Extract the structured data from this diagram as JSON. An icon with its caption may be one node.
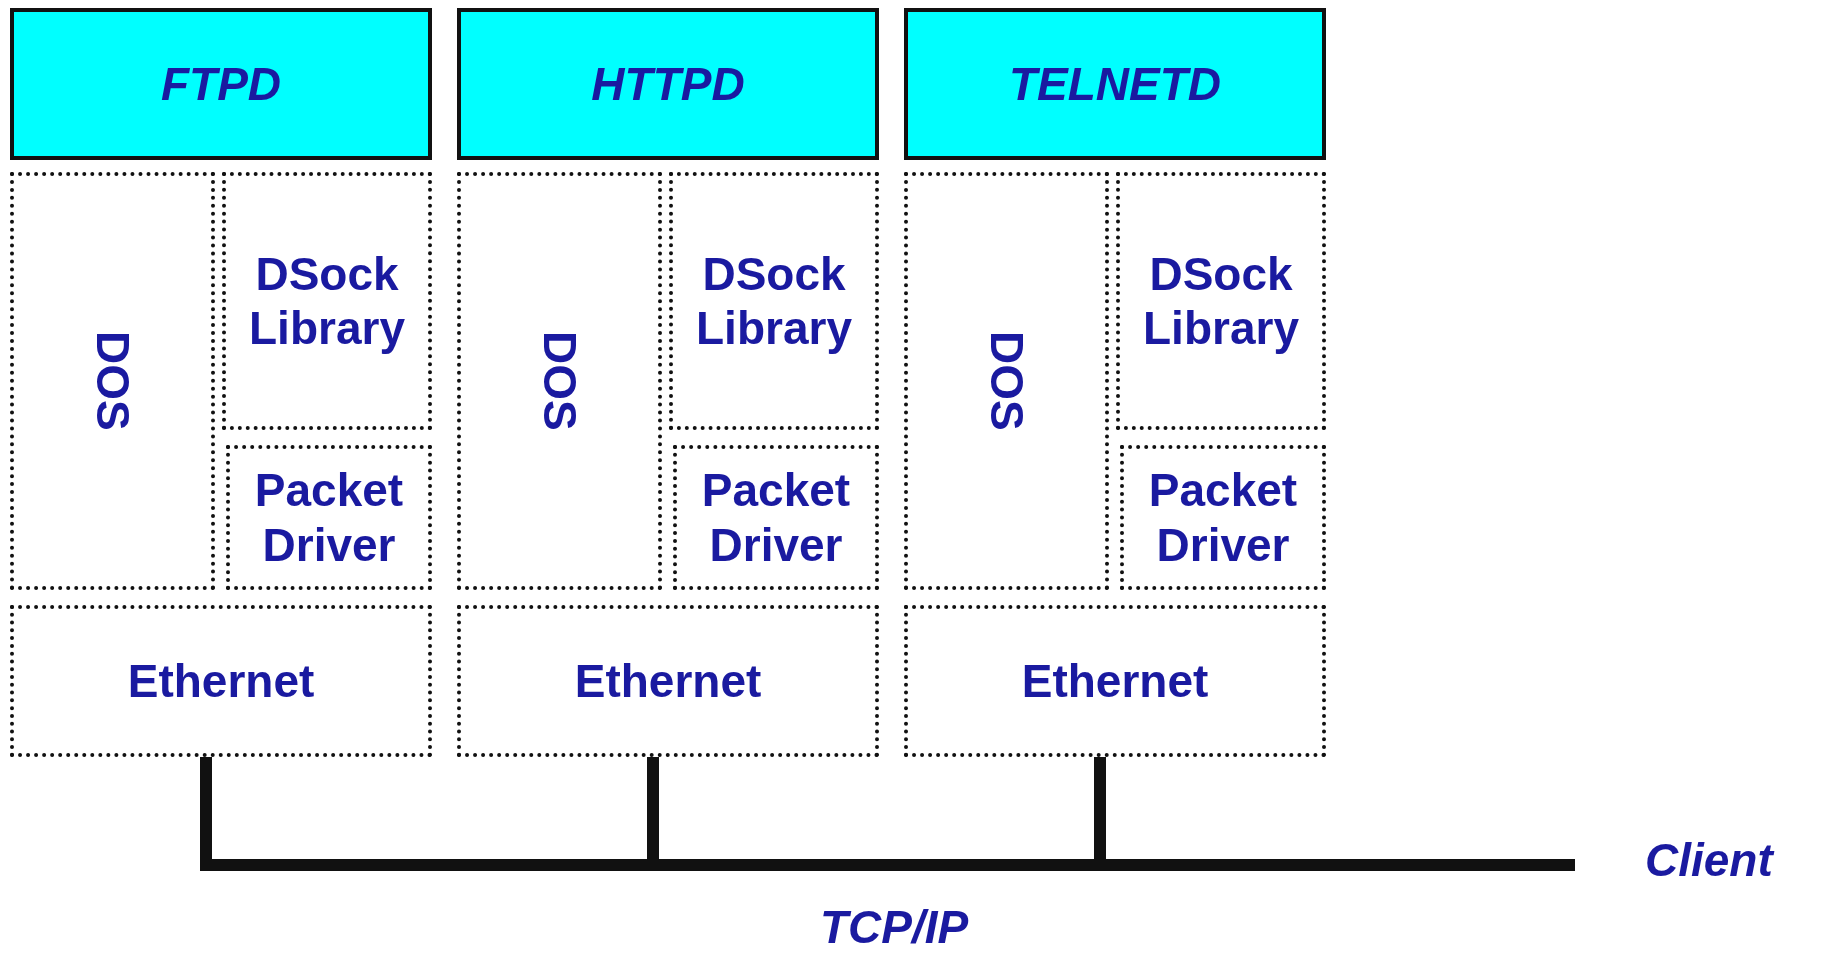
{
  "diagram": {
    "nodes": [
      {
        "text": [
          "FTPD"
        ]
      },
      {
        "text": [
          "DOS"
        ]
      },
      {
        "text": [
          "DSock Library"
        ]
      },
      {
        "text": [
          "Packet Driver"
        ]
      },
      {
        "text": [
          "Ethernet"
        ]
      },
      {
        "text": [
          "HTTPD"
        ]
      },
      {
        "text": [
          "DOS"
        ]
      },
      {
        "text": [
          "DSock Library"
        ]
      },
      {
        "text": [
          "Packet Driver"
        ]
      },
      {
        "text": [
          "Ethernet"
        ]
      },
      {
        "text": [
          "TELNETD"
        ]
      },
      {
        "text": [
          "DOS"
        ]
      },
      {
        "text": [
          "DSock Library"
        ]
      },
      {
        "text": [
          "Packet Driver"
        ]
      },
      {
        "text": [
          "Ethernet"
        ]
      },
      {
        "text": [
          "Client"
        ]
      }
    ],
    "edges": [
      {
        "from": 4,
        "to": 15,
        "arrow": "none",
        "label": "TCP/IP"
      },
      {
        "from": 9,
        "to": 15,
        "arrow": "none"
      },
      {
        "from": 14,
        "to": 15,
        "arrow": "none"
      }
    ]
  }
}
